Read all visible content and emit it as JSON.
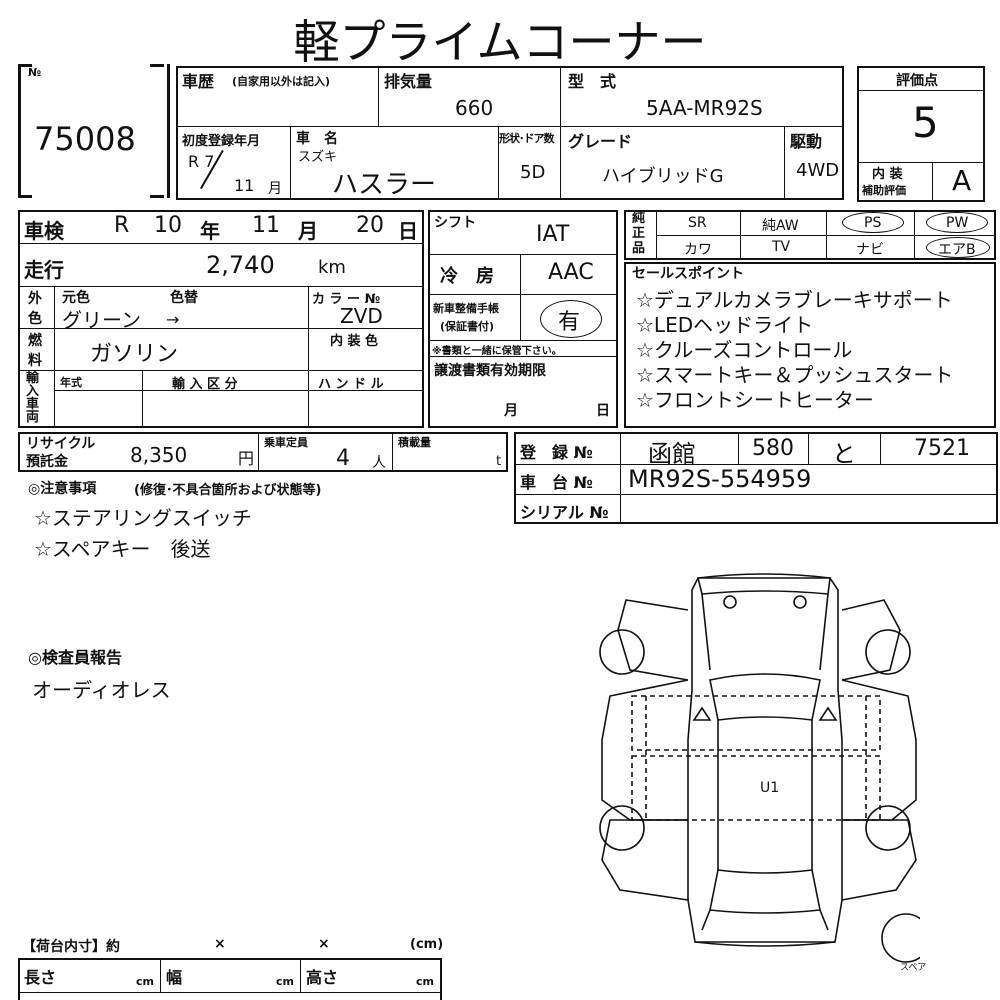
{
  "title": "軽プライムコーナー",
  "lot": {
    "label": "№",
    "number": "75008"
  },
  "history": {
    "label": "車歴",
    "note": "(自家用以外は記入)"
  },
  "displacement": {
    "label": "排気量",
    "value": "660"
  },
  "model": {
    "label": "型　式",
    "value": "5AA-MR92S"
  },
  "score": {
    "label": "評価点",
    "value": "5",
    "interior_label_1": "内 装",
    "interior_label_2": "補助評価",
    "interior_value": "A"
  },
  "first_reg": {
    "label": "初度登録年月",
    "era": "R 7",
    "month": "11",
    "month_unit": "月"
  },
  "car_name": {
    "label": "車　名",
    "maker": "スズキ",
    "name": "ハスラー"
  },
  "shape": {
    "label": "形状･ドア数",
    "value": "5D"
  },
  "grade": {
    "label": "グレード",
    "value": "ハイブリッドG"
  },
  "drive": {
    "label": "駆動",
    "value": "4WD"
  },
  "inspection": {
    "label": "車検",
    "era": "R",
    "year": "10",
    "year_unit": "年",
    "month": "11",
    "month_unit": "月",
    "day": "20",
    "day_unit": "日"
  },
  "mileage": {
    "label": "走行",
    "value": "2,740",
    "unit": "km"
  },
  "color": {
    "side_label_1": "外",
    "side_label_2": "色",
    "orig_label": "元色",
    "change_label": "色替",
    "orig_value": "グリーン",
    "arrow": "→",
    "code_label": "カ ラ ー №",
    "code_value": "ZVD"
  },
  "fuel": {
    "side_label_1": "燃",
    "side_label_2": "料",
    "value": "ガソリン",
    "interior_color_label": "内 装 色"
  },
  "import": {
    "side_label": [
      "輸",
      "入",
      "車",
      "両"
    ],
    "year_label": "年式",
    "type_label": "輸 入 区 分",
    "handle_label": "ハ ン ド ル"
  },
  "shift": {
    "label": "シフト",
    "value": "IAT"
  },
  "ac": {
    "label": "冷　房",
    "value": "AAC"
  },
  "manual": {
    "label_1": "新車整備手帳",
    "label_2": "(保証書付)",
    "value": "有",
    "note": "※書類と一緒に保管下さい。"
  },
  "transfer": {
    "label": "譲渡書類有効期限",
    "month_unit": "月",
    "day_unit": "日"
  },
  "genuine": {
    "side_label": [
      "純",
      "正",
      "品"
    ],
    "row1": [
      "SR",
      "純AW",
      "PS",
      "PW"
    ],
    "row2": [
      "カワ",
      "TV",
      "ナビ",
      "エアB"
    ]
  },
  "sales": {
    "label": "セールスポイント",
    "items": [
      "☆デュアルカメラブレーキサポート",
      "☆LEDヘッドライト",
      "☆クルーズコントロール",
      "☆スマートキー＆プッシュスタート",
      "☆フロントシートヒーター"
    ]
  },
  "recycle": {
    "label_1": "リサイクル",
    "label_2": "預託金",
    "value": "8,350",
    "unit": "円"
  },
  "capacity": {
    "label": "乗車定員",
    "value": "4",
    "unit": "人"
  },
  "load": {
    "label": "積載量",
    "unit": "t"
  },
  "registration": {
    "label": "登　録 №",
    "area": "函館",
    "class": "580",
    "kana": "と",
    "number": "7521"
  },
  "chassis": {
    "label": "車　台 №",
    "value": "MR92S-554959"
  },
  "serial": {
    "label": "シリアル №"
  },
  "notes": {
    "label": "◎注意事項",
    "sub": "(修復･不具合箇所および状態等)",
    "items": [
      "☆ステアリングスイッチ",
      "☆スペアキー　後送"
    ]
  },
  "inspector": {
    "label": "◎検査員報告",
    "value": "オーディオレス"
  },
  "diagram": {
    "mark": "U1",
    "spare_label": "スペア"
  },
  "cargo": {
    "label": "【荷台内寸】約",
    "x1": "×",
    "x2": "×",
    "unit": "(cm)",
    "length_label": "長さ",
    "width_label": "幅",
    "height_label": "高さ",
    "cm": "cm"
  }
}
